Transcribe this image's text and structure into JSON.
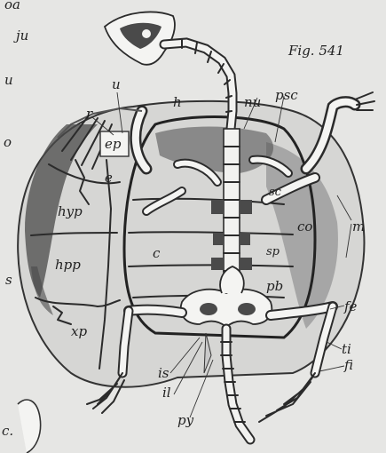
{
  "figure": {
    "fig_label": "Fig. 541",
    "margin_text_top": "oa",
    "margin_text_ju": "ju",
    "margin_text_u": "u",
    "margin_text_o": "o",
    "margin_text_s": "s",
    "margin_text_c": "c.",
    "labels": {
      "r": "r",
      "u": "u",
      "h": "h",
      "nu": "nu",
      "psc": "psc",
      "ep": "ep",
      "e": "e",
      "hyp": "hyp",
      "hpp": "hpp",
      "xp": "xp",
      "sc": "sc",
      "co": "co",
      "m": "m",
      "c": "c",
      "sp": "sp",
      "pb": "pb",
      "fe": "fe",
      "ti": "ti",
      "fi": "fi",
      "is": "is",
      "il": "il",
      "py": "py"
    }
  }
}
